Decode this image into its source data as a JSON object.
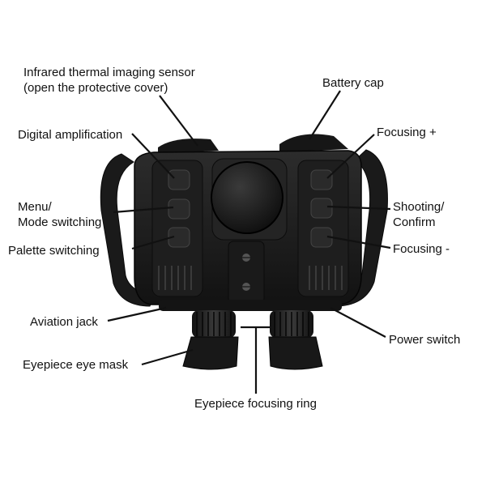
{
  "labels": {
    "thermal_sensor": [
      "Infrared thermal imaging sensor",
      "(open the protective cover)"
    ],
    "battery_cap": "Battery cap",
    "digital_amp": "Digital amplification",
    "focusing_plus": "Focusing +",
    "menu_mode": [
      "Menu/",
      "Mode switching"
    ],
    "shooting_confirm": [
      "Shooting/",
      "Confirm"
    ],
    "palette": "Palette switching",
    "focusing_minus": "Focusing -",
    "aviation_jack": "Aviation jack",
    "power_switch": "Power switch",
    "eyepiece_mask": "Eyepiece eye mask",
    "focusing_ring": "Eyepiece focusing ring"
  },
  "colors": {
    "device_body": "#1c1c1c",
    "device_shadow": "#0a0a0a",
    "device_highlight": "#3a3a3a",
    "leader_line": "#111111",
    "text": "#111111"
  }
}
